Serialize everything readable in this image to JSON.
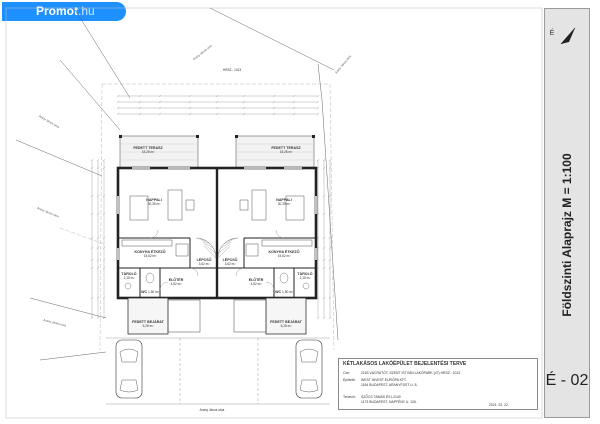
{
  "watermark": {
    "brand": "Promot",
    "tld": ".hu"
  },
  "sheet": {
    "vertical_title": "Földszinti Alaprajz  M = 1:100",
    "sheet_number": "É - 02",
    "north_letter": "É"
  },
  "title_block": {
    "project": "KÉTLAKÁSOS LAKÓÉPÜLET BEJELENTÉSI TERVE",
    "rows": [
      {
        "label": "Cím:",
        "value": "2163 VÁCRÁTÓT, SZENT ISTVÁN LAKÓPARK (47) HRSZ.: 1013"
      },
      {
        "label": "Építtető:",
        "value": "WEST INVEST EURÓPA KFT."
      },
      {
        "label": "",
        "value": "1184 BUDAPEST, ARANYFÜST U. 8."
      },
      {
        "label": "Tervező:",
        "value": "SZŐCS TAMÁS      É01-2140"
      },
      {
        "label": "",
        "value": "1173 BUDAPEST, NAPFÉNY U. 126."
      }
    ],
    "date": "2021. 02. 22."
  },
  "site": {
    "parcel_label": "HRSZ.: 1013",
    "street": "Arany János utca"
  },
  "rooms": [
    {
      "id": "terrace-left",
      "name": "FEDETT TERASZ",
      "area": "15,25 m²"
    },
    {
      "id": "terrace-right",
      "name": "FEDETT TERASZ",
      "area": "15,25 m²"
    },
    {
      "id": "living-left",
      "name": "NAPPALI",
      "area": "30,39 m²"
    },
    {
      "id": "living-right",
      "name": "NAPPALI",
      "area": "30,39 m²"
    },
    {
      "id": "kitchen-left",
      "name": "KONYHA ÉTKEZŐ",
      "area": "15,62 m²"
    },
    {
      "id": "kitchen-right",
      "name": "KONYHA ÉTKEZŐ",
      "area": "15,62 m²"
    },
    {
      "id": "hall-left",
      "name": "ELŐTÉR",
      "area": "4,52 m²"
    },
    {
      "id": "hall-right",
      "name": "ELŐTÉR",
      "area": "4,52 m²"
    },
    {
      "id": "wc-left",
      "name": "WC",
      "area": "1,80 m²"
    },
    {
      "id": "wc-right",
      "name": "WC",
      "area": "1,80 m²"
    },
    {
      "id": "storage-left",
      "name": "TÁROLÓ",
      "area": "2,15 m²"
    },
    {
      "id": "storage-right",
      "name": "TÁROLÓ",
      "area": "2,15 m²"
    },
    {
      "id": "stairs-left",
      "name": "LÉPCSŐ",
      "area": "3,62 m²"
    },
    {
      "id": "stairs-right",
      "name": "LÉPCSŐ",
      "area": "3,62 m²"
    },
    {
      "id": "entry-left",
      "name": "FEDETT BEJÁRAT",
      "area": "6,28 m²"
    },
    {
      "id": "entry-right",
      "name": "FEDETT BEJÁRAT",
      "area": "6,28 m²"
    }
  ]
}
